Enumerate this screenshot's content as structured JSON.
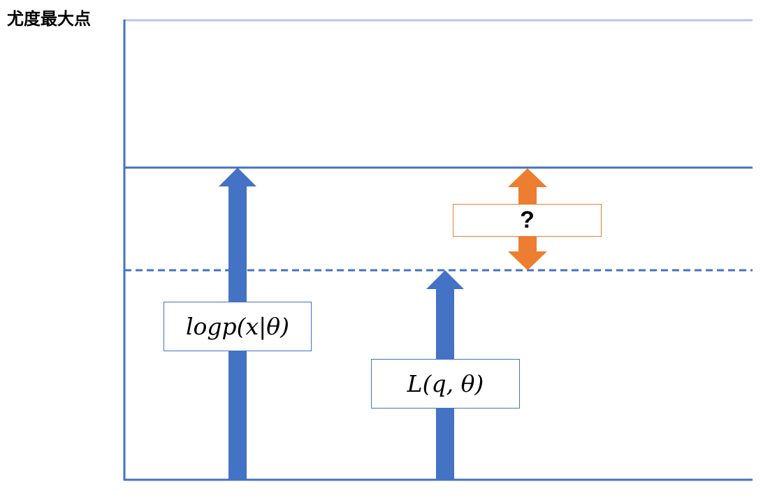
{
  "diagram": {
    "top_label": "尤度最大点",
    "logp_box": {
      "text": "logp(x|θ)"
    },
    "lq_box": {
      "text": "L(q, θ)"
    },
    "gap_box": {
      "text": "?"
    }
  },
  "colors": {
    "blue": "#4472c4",
    "light_blue": "#b4c7e7",
    "orange": "#ed7d31"
  }
}
